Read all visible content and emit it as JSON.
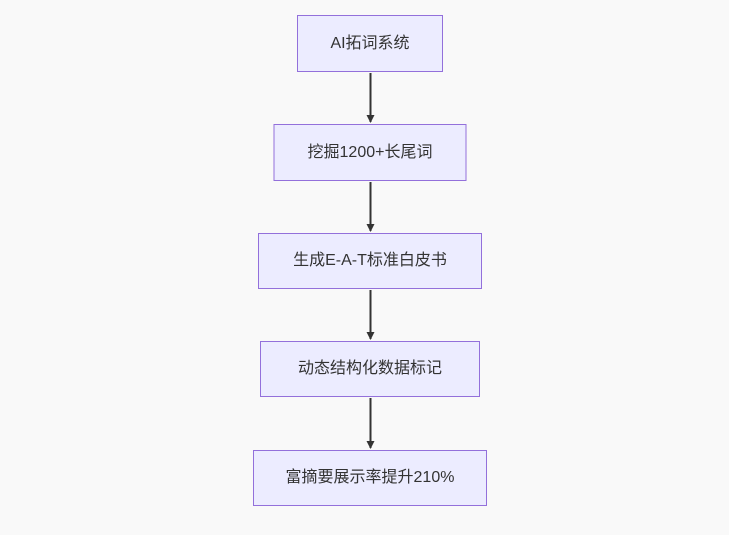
{
  "diagram": {
    "type": "flowchart",
    "direction": "top-down",
    "colors": {
      "background": "#f9f9f9",
      "node_fill": "#ECECFF",
      "node_border": "#9370DB",
      "node_text": "#333333",
      "edge": "#333333"
    },
    "nodes": [
      {
        "id": "A",
        "label": "AI拓词系统"
      },
      {
        "id": "B",
        "label": "挖掘1200+长尾词"
      },
      {
        "id": "C",
        "label": "生成E-A-T标准白皮书"
      },
      {
        "id": "D",
        "label": "动态结构化数据标记"
      },
      {
        "id": "E",
        "label": "富摘要展示率提升210%"
      }
    ],
    "edges": [
      {
        "from": "AI拓词系统",
        "to": "挖掘1200+长尾词"
      },
      {
        "from": "挖掘1200+长尾词",
        "to": "生成E-A-T标准白皮书"
      },
      {
        "from": "生成E-A-T标准白皮书",
        "to": "动态结构化数据标记"
      },
      {
        "from": "动态结构化数据标记",
        "to": "富摘要展示率提升210%"
      }
    ]
  }
}
